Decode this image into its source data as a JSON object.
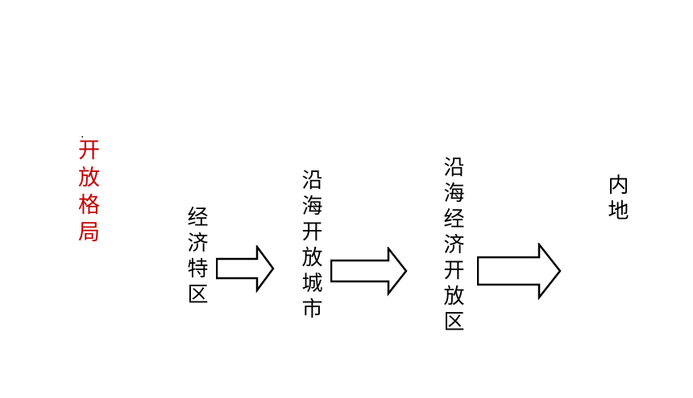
{
  "slide": {
    "marker": ".",
    "title": "开放格局",
    "stages": [
      {
        "id": "sez",
        "label": "经济特区"
      },
      {
        "id": "coastal-cities",
        "label": "沿海开放城市"
      },
      {
        "id": "coastal-zones",
        "label": "沿海经济开放区"
      },
      {
        "id": "inland",
        "label": "内地"
      }
    ]
  },
  "colors": {
    "title": "#c00000",
    "text": "#000000",
    "arrow_stroke": "#000000",
    "arrow_fill": "#ffffff"
  }
}
